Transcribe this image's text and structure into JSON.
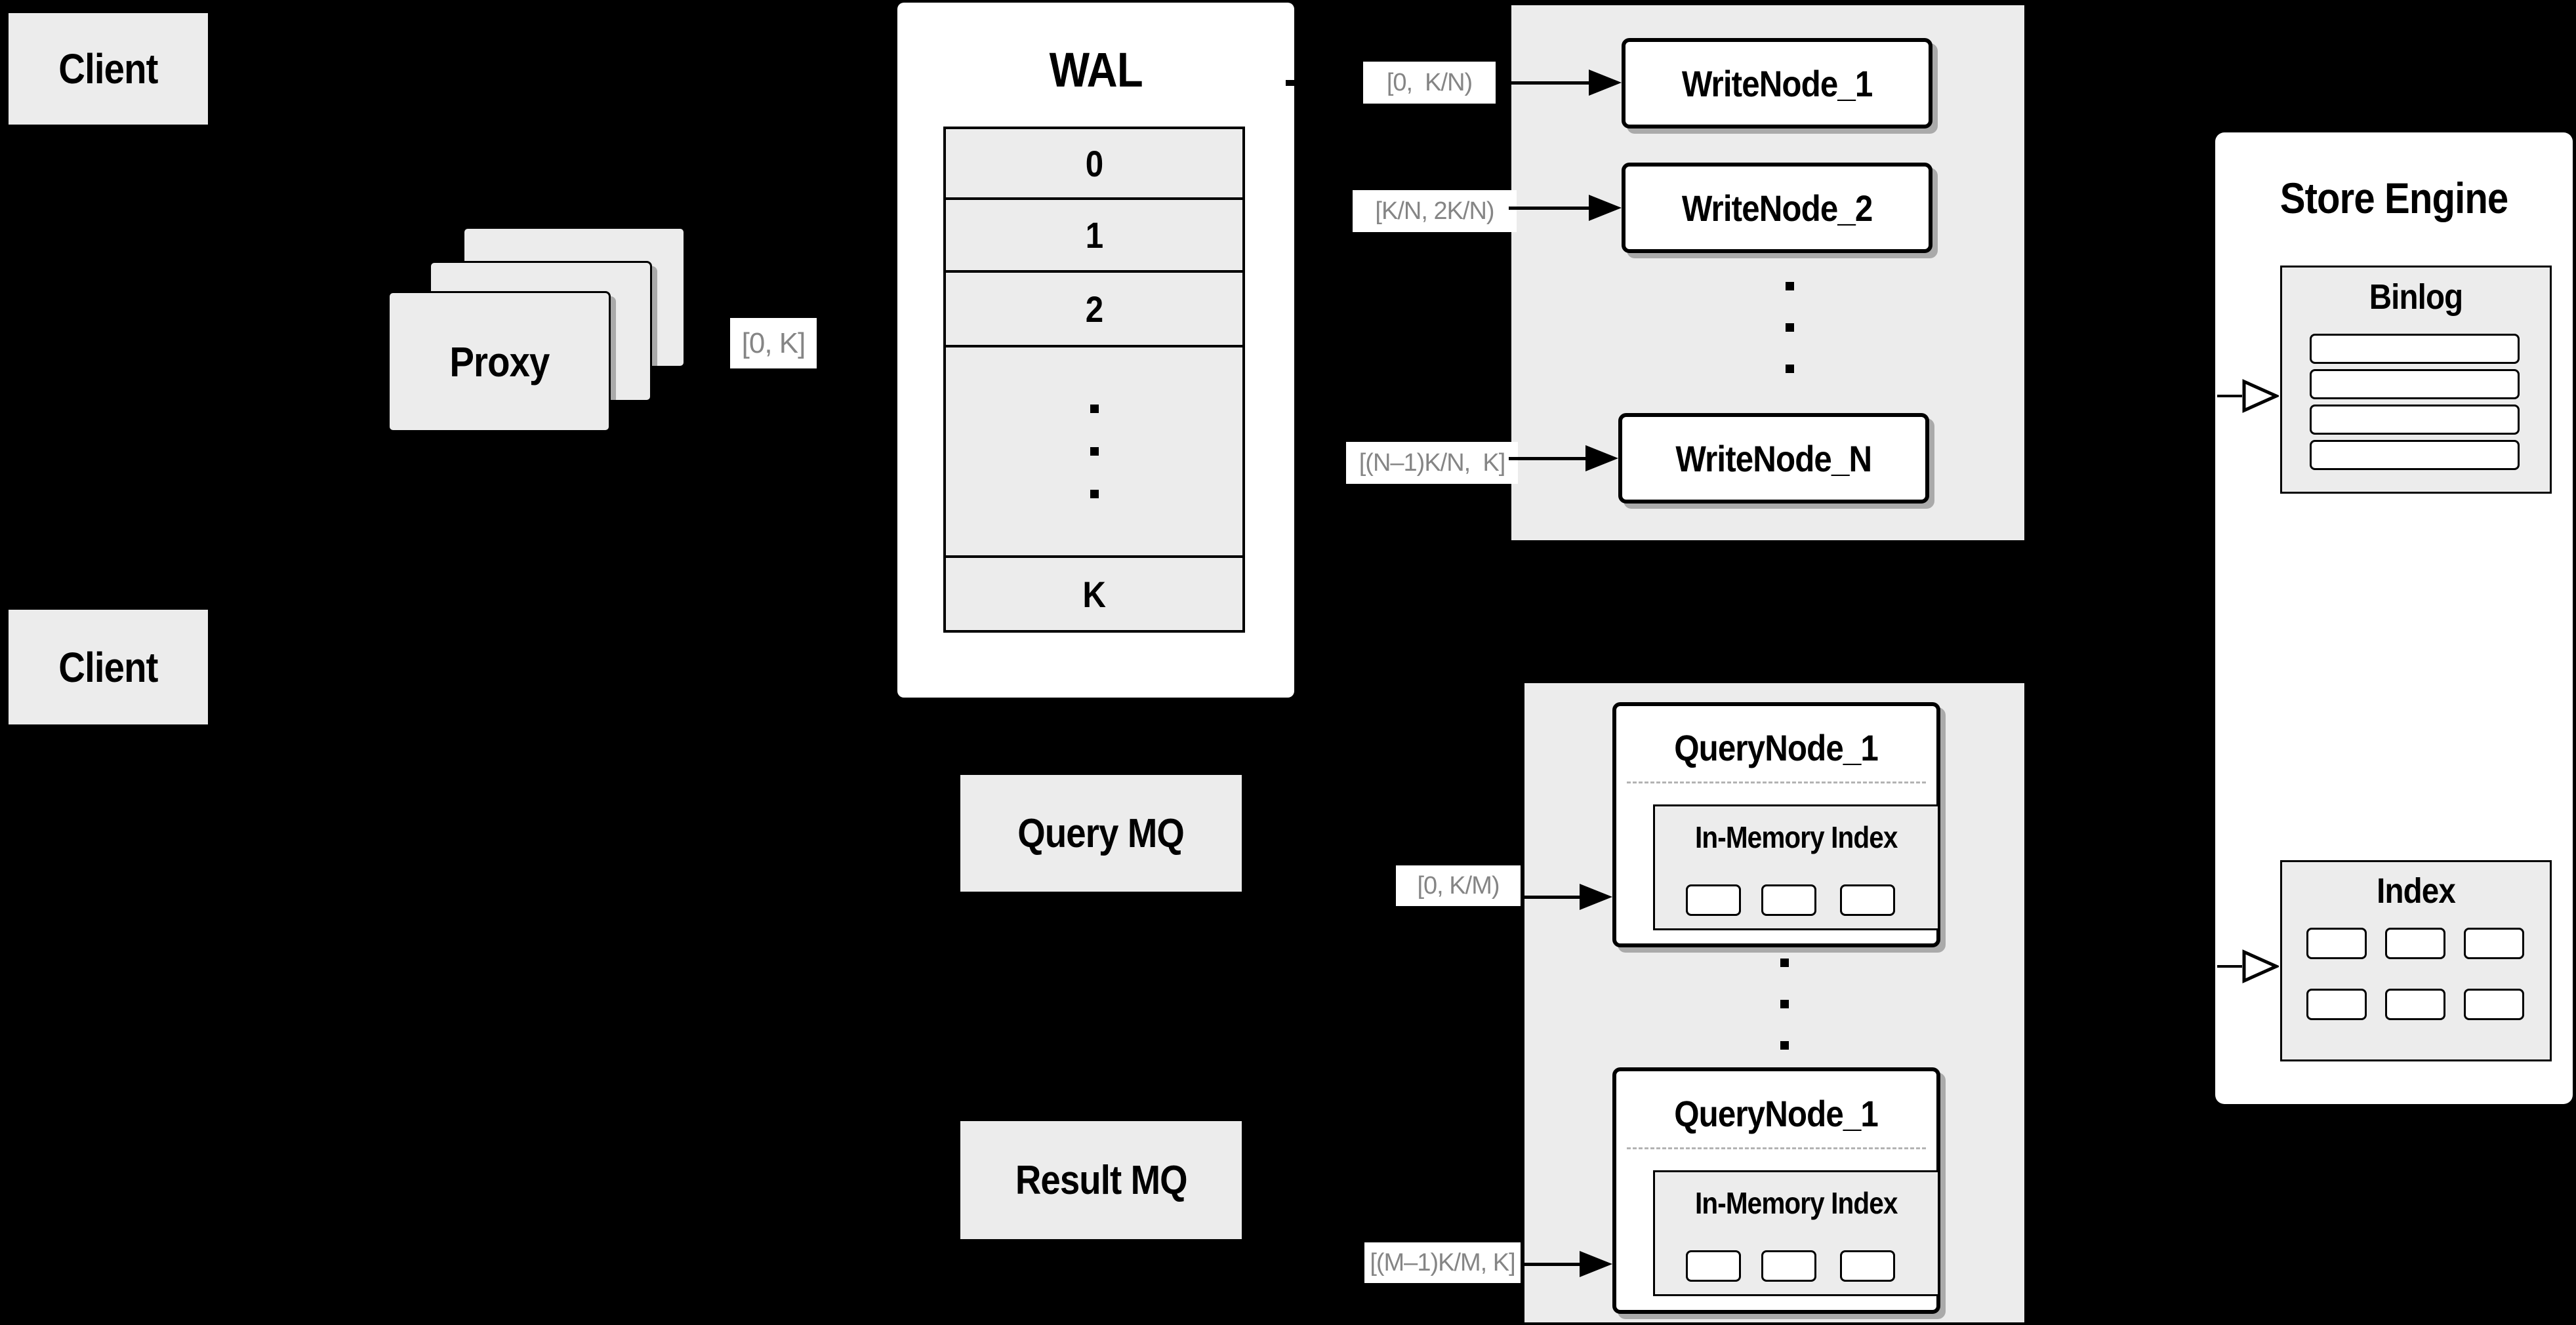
{
  "write_path": {
    "client": "Client",
    "proxy": "Proxy",
    "proxy_range": "[0, K]",
    "wal": {
      "title": "WAL",
      "rows": [
        "0",
        "1",
        "2",
        "K"
      ]
    },
    "nodes": [
      "WriteNode_1",
      "WriteNode_2",
      "WriteNode_N"
    ],
    "node_ranges": [
      "[0,  K/N)",
      "[K/N, 2K/N)",
      "[(N–1)K/N,  K]"
    ]
  },
  "query_path": {
    "client": "Client",
    "query_mq": "Query MQ",
    "result_mq": "Result MQ",
    "nodes": [
      "QueryNode_1",
      "QueryNode_1"
    ],
    "in_memory_index": "In-Memory Index",
    "node_ranges": [
      "[0, K/M)",
      "[(M–1)K/M, K]"
    ]
  },
  "store_engine": {
    "title": "Store Engine",
    "binlog": "Binlog",
    "index": "Index"
  },
  "colors": {
    "background": "#000000",
    "panel_gray": "#ececec",
    "box_white": "#ffffff",
    "stroke_black": "#000000",
    "range_label_text": "#858585",
    "dashed_divider": "#b3b3b3"
  }
}
